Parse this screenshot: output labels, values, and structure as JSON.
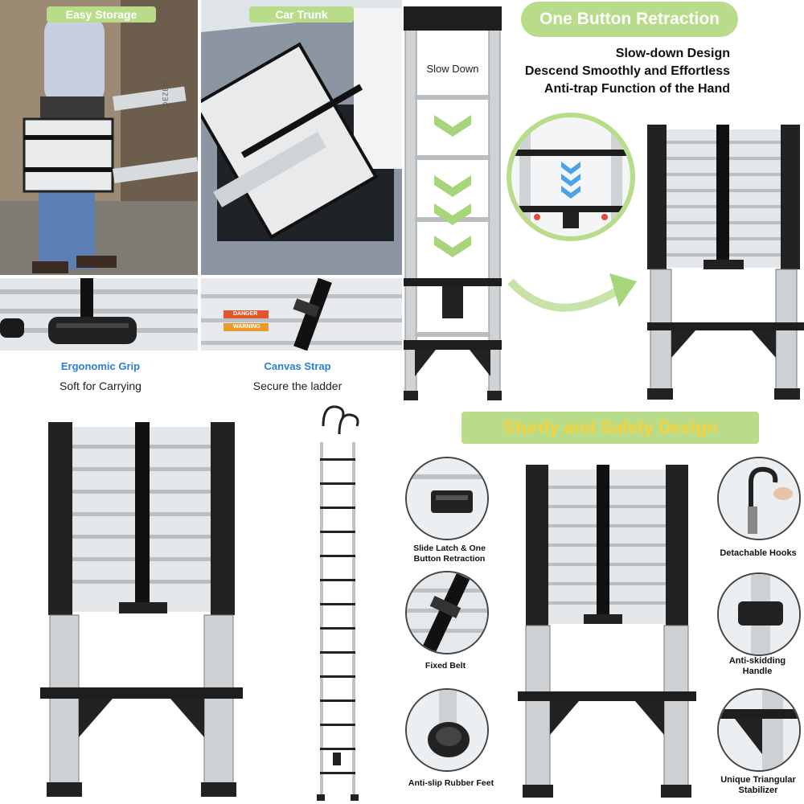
{
  "top_left": {
    "easy_storage": "Easy Storage",
    "car_trunk": "Car Trunk",
    "grip_title": "Ergonomic Grip",
    "grip_sub": "Soft for Carrying",
    "strap_title": "Canvas Strap",
    "strap_sub": "Secure the ladder",
    "label_danger": "DANGER",
    "label_warning": "WARNING",
    "brand": "DEZEN"
  },
  "retraction": {
    "pill": "One Button Retraction",
    "slow_down": "Slow Down",
    "line1": "Slow-down Design",
    "line2": "Descend Smoothly and Effortless",
    "line3": "Anti-trap Function of the Hand"
  },
  "safety": {
    "pill": "Sturdy and Safety Design",
    "slide_latch": "Slide Latch & One Button Retraction",
    "fixed_belt": "Fixed Belt",
    "rubber_feet": "Anti-slip Rubber Feet",
    "hooks": "Detachable Hooks",
    "handle": "Anti-skidding Handle",
    "stabilizer": "Unique Triangular Stabilizer"
  },
  "colors": {
    "pill_green": "#b9dc8b",
    "pill_yellow_text": "#f6d13a",
    "caption_blue": "#2b7fd4",
    "arrow_green": "#a7d67a",
    "chevron_blue": "#4aa3ea"
  }
}
